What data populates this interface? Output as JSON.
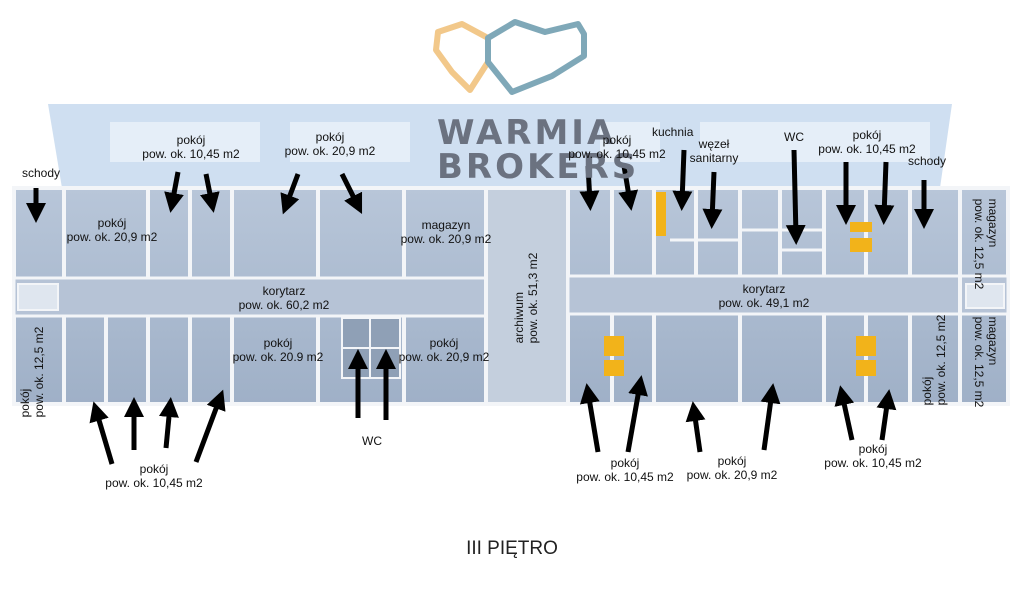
{
  "logo": {
    "line1": "WARMIA",
    "line2": "BROKERS",
    "colors": {
      "left_heart": "#f2c88a",
      "right_heart": "#7fa8b8",
      "text": "#6b7280"
    }
  },
  "floor_title": "III PIĘTRO",
  "labels": {
    "schody_left": "schody",
    "top_pokoj_1045_a": {
      "name": "pokój",
      "area": "pow. ok. 10,45 m2"
    },
    "top_pokoj_209_a": {
      "name": "pokój",
      "area": "pow. ok. 20,9 m2"
    },
    "room_pokoj_209_left": {
      "name": "pokój",
      "area": "pow. ok. 20,9 m2"
    },
    "room_magazyn_209": {
      "name": "magazyn",
      "area": "pow. ok. 20,9 m2"
    },
    "korytarz_left": {
      "name": "korytarz",
      "area": "pow. ok. 60,2 m2"
    },
    "archiwum": {
      "name": "archiwum",
      "area": "pow. ok. 51,3 m2"
    },
    "room_pokoj_125_left": {
      "name": "pokój",
      "area": "pow. ok. 12,5 m2"
    },
    "room_pokoj_209_bottom_a": {
      "name": "pokój",
      "area": "pow. ok. 20.9 m2"
    },
    "room_pokoj_209_bottom_b": {
      "name": "pokój",
      "area": "pow. ok. 20,9 m2"
    },
    "wc_bottom": "WC",
    "bottom_pokoj_1045_left": {
      "name": "pokój",
      "area": "pow. ok. 10,45 m2"
    },
    "top_pokoj_1045_b": {
      "name": "pokój",
      "area": "pow. ok. 10,45 m2"
    },
    "kuchnia": "kuchnia",
    "wezel": {
      "line1": "węzeł",
      "line2": "sanitarny"
    },
    "wc_top": "WC",
    "top_pokoj_1045_c": {
      "name": "pokój",
      "area": "pow. ok. 10,45 m2"
    },
    "schody_right": "schody",
    "magazyn_right_top": {
      "name": "magazyn",
      "area": "pow. ok. 12,5 m2"
    },
    "korytarz_right": {
      "name": "korytarz",
      "area": "pow. ok. 49,1 m2"
    },
    "pokoj_125_right": {
      "name": "pokój",
      "area": "pow. ok. 12,5 m2"
    },
    "magazyn_right_bottom": {
      "name": "magazyn",
      "area": "pow. ok. 12,5 m2"
    },
    "bottom_pokoj_1045_mid": {
      "name": "pokój",
      "area": "pow. ok. 10,45 m2"
    },
    "bottom_pokoj_209_right": {
      "name": "pokój",
      "area": "pow. ok. 20,9 m2"
    },
    "bottom_pokoj_1045_right": {
      "name": "pokój",
      "area": "pow. ok. 10,45 m2"
    }
  },
  "colors": {
    "floor": "#aebdd2",
    "wall": "#f3f5f8",
    "sky": "#c9dbef",
    "accent_yellow": "#f2b31a",
    "arrow": "#000000"
  }
}
